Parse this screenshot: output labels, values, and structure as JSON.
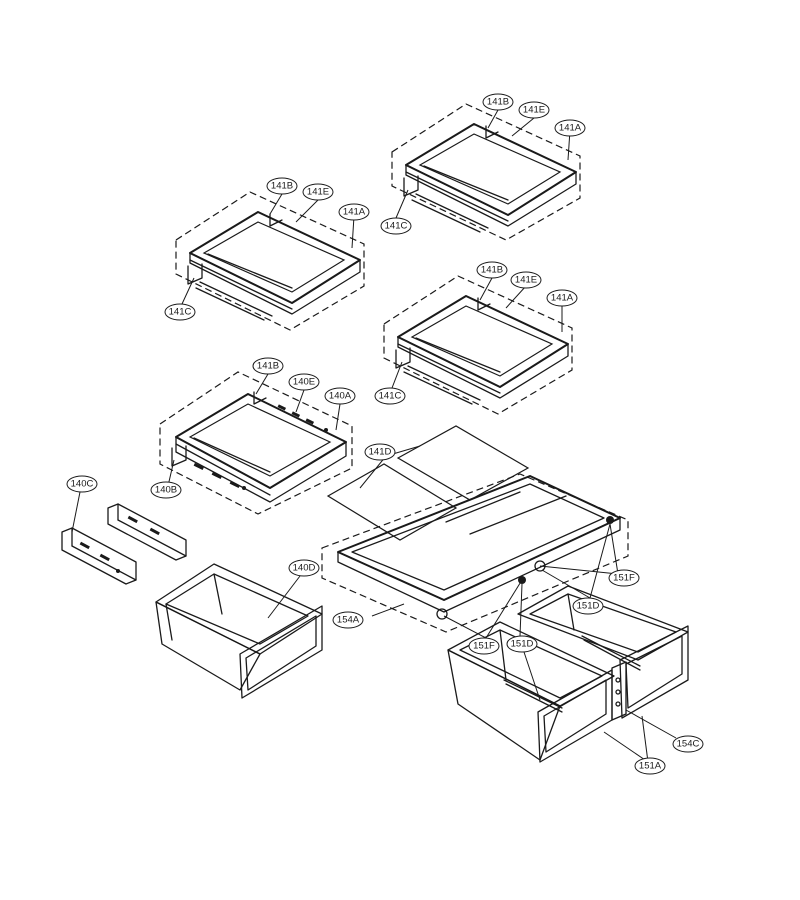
{
  "labels": {
    "s1_141B": "141B",
    "s1_141E": "141E",
    "s1_141A": "141A",
    "s1_141C": "141C",
    "s2_141B": "141B",
    "s2_141E": "141E",
    "s2_141A": "141A",
    "s2_141C": "141C",
    "s3_141B": "141B",
    "s3_141E": "141E",
    "s3_141A": "141A",
    "s3_141C": "141C",
    "s4_141B": "141B",
    "s4_140E": "140E",
    "s4_140A": "140A",
    "s4_140B": "140B",
    "p_140C": "140C",
    "p_140D": "140D",
    "p_141D": "141D",
    "p_154A": "154A",
    "p_151F_a": "151F",
    "p_151F_b": "151F",
    "p_151D_a": "151D",
    "p_151D_b": "151D",
    "p_154C": "154C",
    "p_151A": "151A"
  }
}
